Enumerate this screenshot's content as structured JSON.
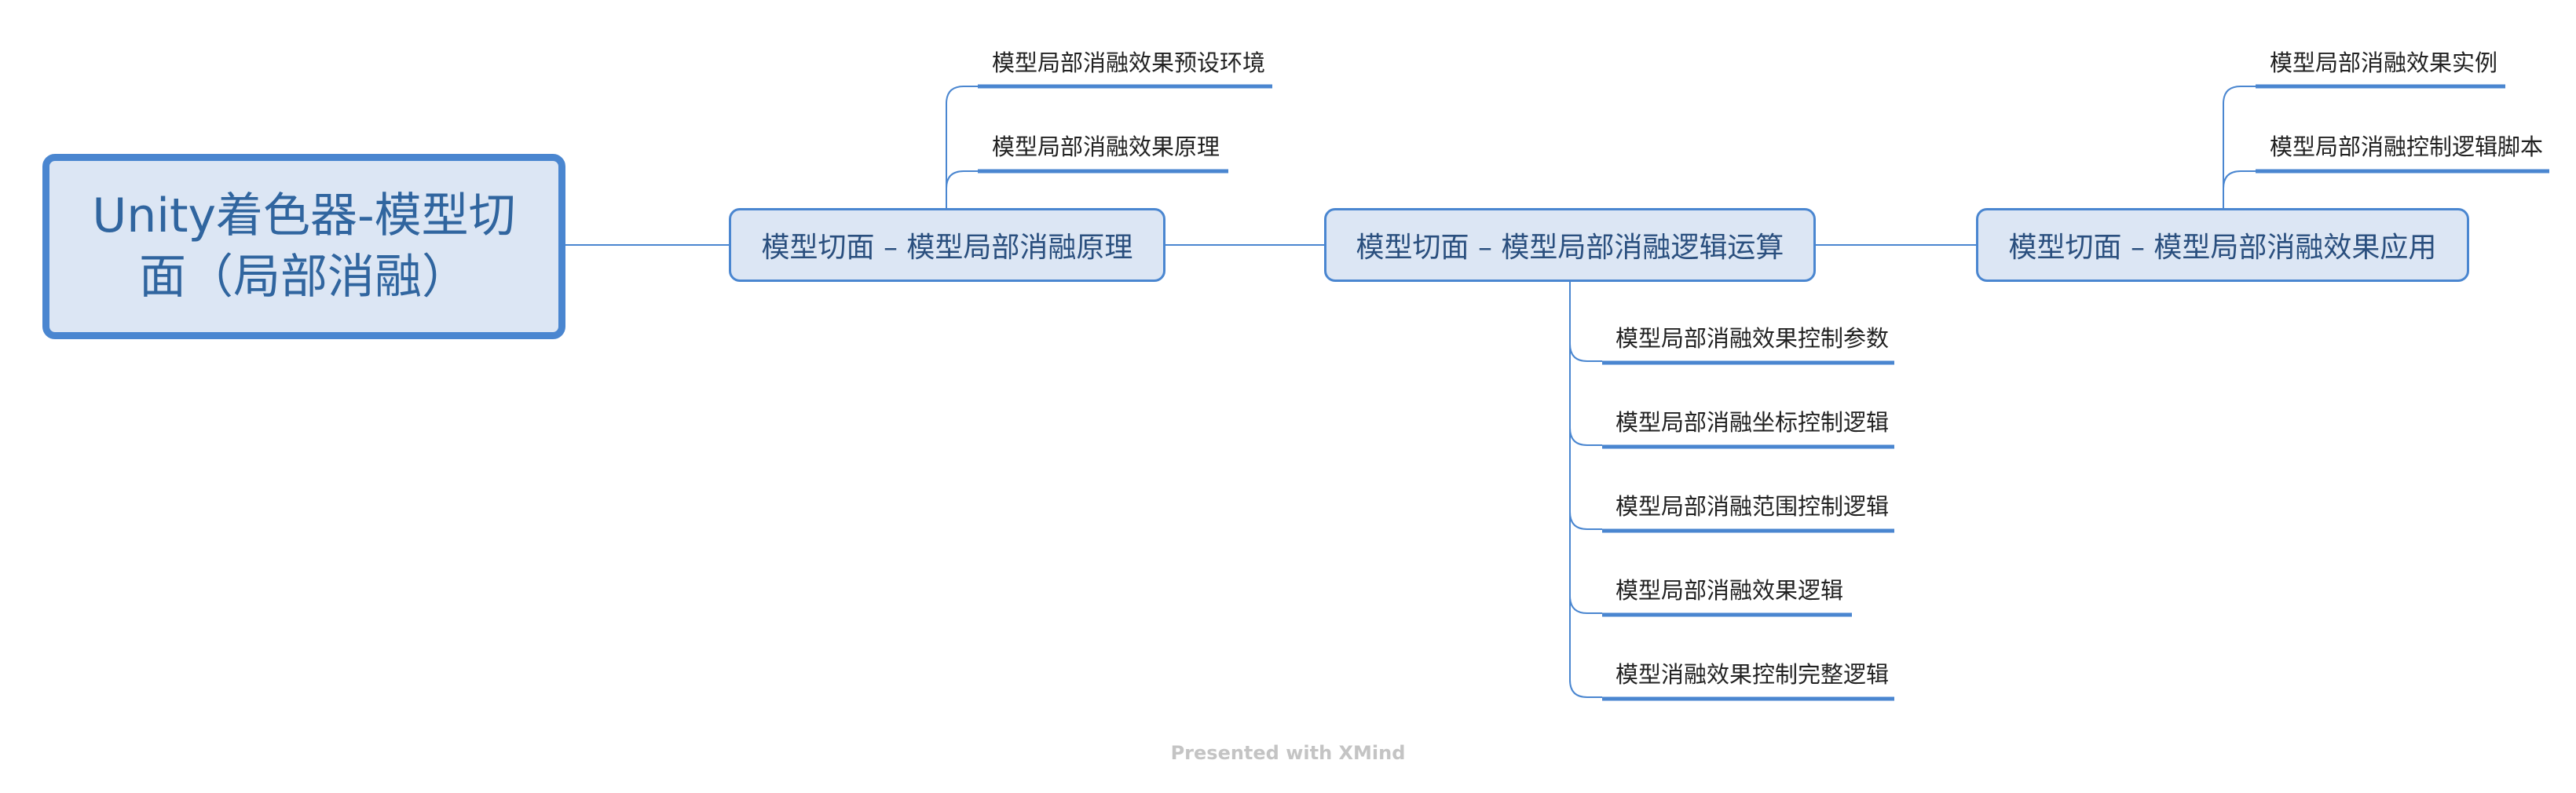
{
  "mindmap": {
    "root": "Unity着色器-模型切面（局部消融）",
    "topics": [
      {
        "label": "模型切面 – 模型局部消融原理",
        "children": [
          "模型局部消融效果预设环境",
          "模型局部消融效果原理"
        ]
      },
      {
        "label": "模型切面 – 模型局部消融逻辑运算",
        "children": [
          "模型局部消融效果控制参数",
          "模型局部消融坐标控制逻辑",
          "模型局部消融范围控制逻辑",
          "模型局部消融效果逻辑",
          "模型消融效果控制完整逻辑"
        ]
      },
      {
        "label": "模型切面 – 模型局部消融效果应用",
        "children": [
          "模型局部消融效果实例",
          "模型局部消融控制逻辑脚本"
        ]
      }
    ]
  },
  "footer": "Presented with XMind",
  "colors": {
    "line": "#4a86d0",
    "topic_fill": "#dce6f4",
    "root_text": "#30659f"
  }
}
